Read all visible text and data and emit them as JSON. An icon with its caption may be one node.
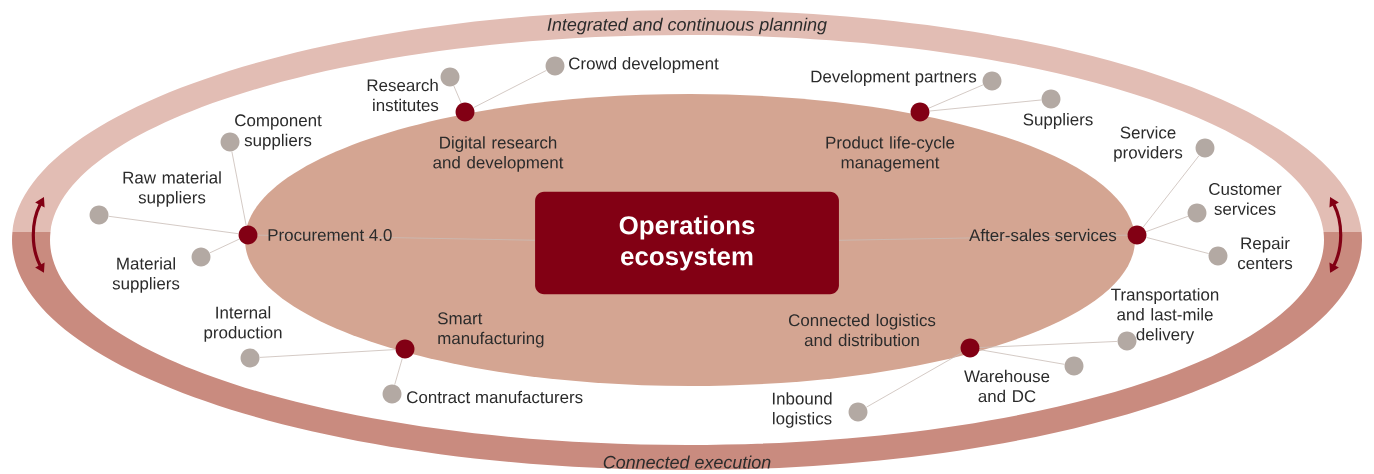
{
  "diagram": {
    "nodes": [
      {
        "text": [
          "Operations ecosystem"
        ]
      },
      {
        "text": [],
        "shape": "circle",
        "beside": [
          "Digital research and development"
        ]
      },
      {
        "text": [],
        "shape": "circle",
        "beside": [
          "Product life-cycle management"
        ]
      },
      {
        "text": [],
        "shape": "circle",
        "beside": [
          "Procurement 4.0"
        ]
      },
      {
        "text": [],
        "shape": "circle",
        "beside": [
          "After-sales services"
        ]
      },
      {
        "text": [],
        "shape": "circle",
        "beside": [
          "Smart manufacturing"
        ]
      },
      {
        "text": [],
        "shape": "circle",
        "beside": [
          "Connected logistics and distribution"
        ]
      },
      {
        "text": [],
        "shape": "circle",
        "beside": [
          "Research institutes"
        ]
      },
      {
        "text": [],
        "shape": "circle",
        "beside": [
          "Crowd development"
        ]
      },
      {
        "text": [],
        "shape": "circle",
        "beside": [
          "Development partners"
        ]
      },
      {
        "text": [],
        "shape": "circle",
        "beside": [
          "Suppliers"
        ]
      },
      {
        "text": [],
        "shape": "circle",
        "beside": [
          "Component suppliers"
        ]
      },
      {
        "text": [],
        "shape": "circle",
        "beside": [
          "Raw material suppliers"
        ]
      },
      {
        "text": [],
        "shape": "circle",
        "beside": [
          "Material suppliers"
        ]
      },
      {
        "text": [],
        "shape": "circle",
        "beside": [
          "Service providers"
        ]
      },
      {
        "text": [],
        "shape": "circle",
        "beside": [
          "Customer services"
        ]
      },
      {
        "text": [],
        "shape": "circle",
        "beside": [
          "Repair centers"
        ]
      },
      {
        "text": [],
        "shape": "circle",
        "beside": [
          "Internal production"
        ]
      },
      {
        "text": [],
        "shape": "circle",
        "beside": [
          "Contract manufacturers"
        ]
      },
      {
        "text": [],
        "shape": "circle",
        "beside": [
          "Transportation and last-mile delivery"
        ]
      },
      {
        "text": [],
        "shape": "circle",
        "beside": [
          "Warehouse and DC"
        ]
      },
      {
        "text": [],
        "shape": "circle",
        "beside": [
          "Inbound logistics"
        ]
      }
    ],
    "edges": [
      {
        "from": 0,
        "to": 3,
        "arrow": "none"
      },
      {
        "from": 0,
        "to": 4,
        "arrow": "none"
      },
      {
        "from": 1,
        "to": 7,
        "arrow": "none"
      },
      {
        "from": 1,
        "to": 8,
        "arrow": "none"
      },
      {
        "from": 2,
        "to": 9,
        "arrow": "none"
      },
      {
        "from": 2,
        "to": 10,
        "arrow": "none"
      },
      {
        "from": 3,
        "to": 11,
        "arrow": "none"
      },
      {
        "from": 3,
        "to": 12,
        "arrow": "none"
      },
      {
        "from": 3,
        "to": 13,
        "arrow": "none"
      },
      {
        "from": 4,
        "to": 14,
        "arrow": "none"
      },
      {
        "from": 4,
        "to": 15,
        "arrow": "none"
      },
      {
        "from": 4,
        "to": 16,
        "arrow": "none"
      },
      {
        "from": 5,
        "to": 17,
        "arrow": "none"
      },
      {
        "from": 5,
        "to": 18,
        "arrow": "none"
      },
      {
        "from": 6,
        "to": 19,
        "arrow": "none"
      },
      {
        "from": 6,
        "to": 20,
        "arrow": "none"
      },
      {
        "from": 6,
        "to": 21,
        "arrow": "none"
      }
    ],
    "labels": [
      "Integrated and continuous planning",
      "Connected execution"
    ]
  }
}
